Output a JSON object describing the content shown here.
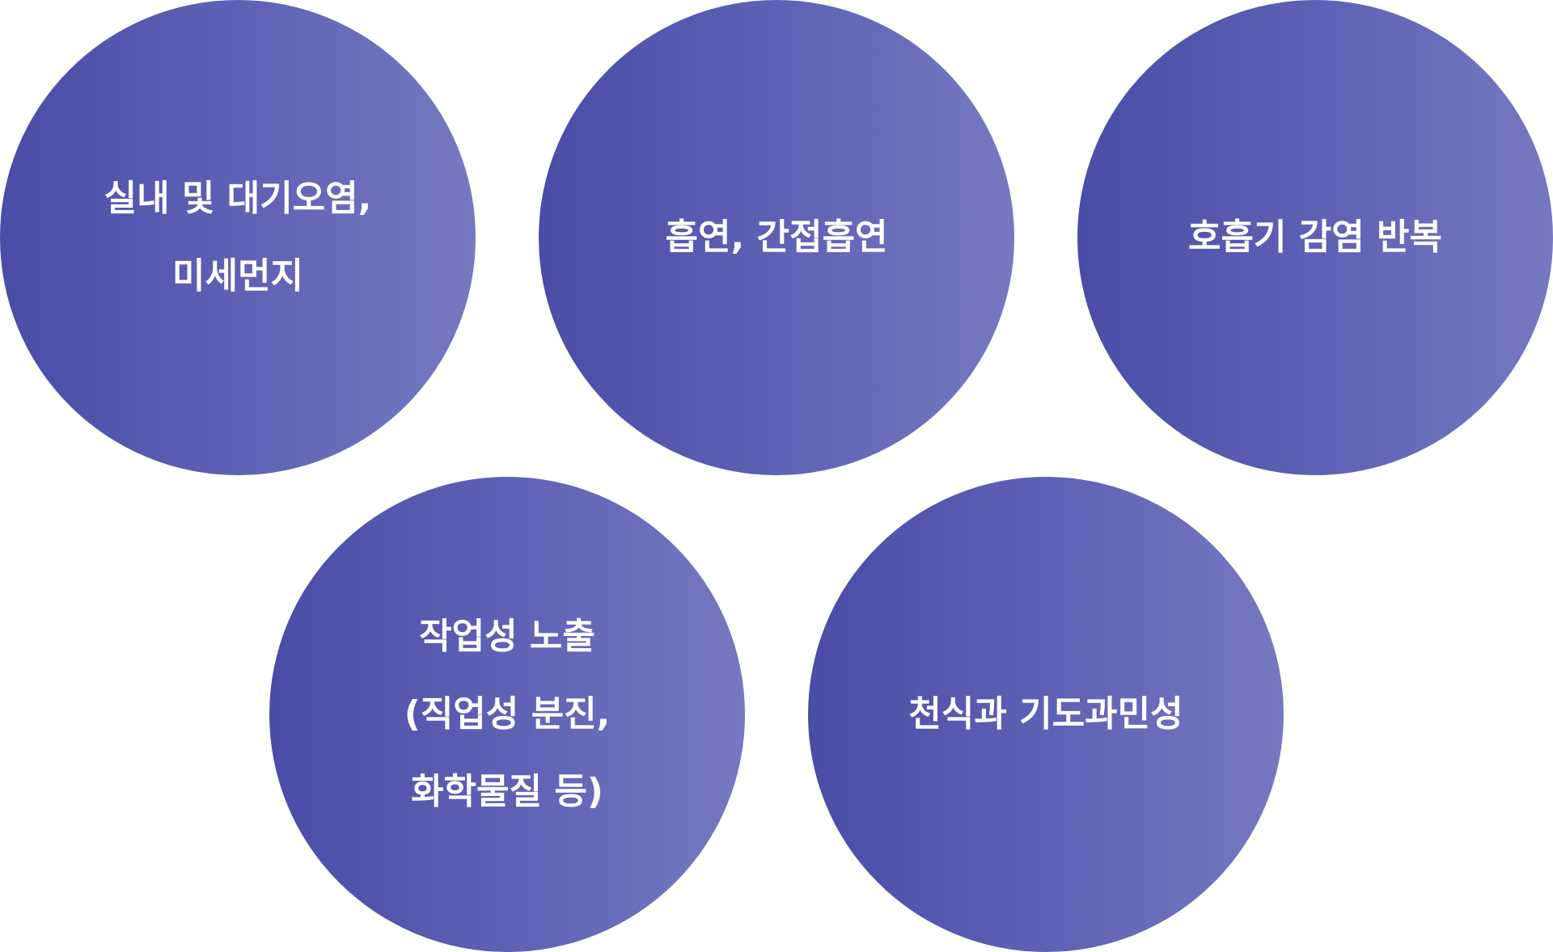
{
  "circles": [
    {
      "lines": [
        "실내 및 대기오염,",
        "미세먼지"
      ]
    },
    {
      "lines": [
        "흡연, 간접흡연"
      ]
    },
    {
      "lines": [
        "호흡기 감염 반복"
      ]
    },
    {
      "lines": [
        "작업성 노출",
        "(직업성 분진,",
        "화학물질 등)"
      ]
    },
    {
      "lines": [
        "천식과 기도과민성"
      ]
    }
  ],
  "colors": {
    "gradient_start": "#4a4ca6",
    "gradient_mid": "#5e61b4",
    "gradient_end": "#7679c0",
    "text": "#ffffff"
  }
}
